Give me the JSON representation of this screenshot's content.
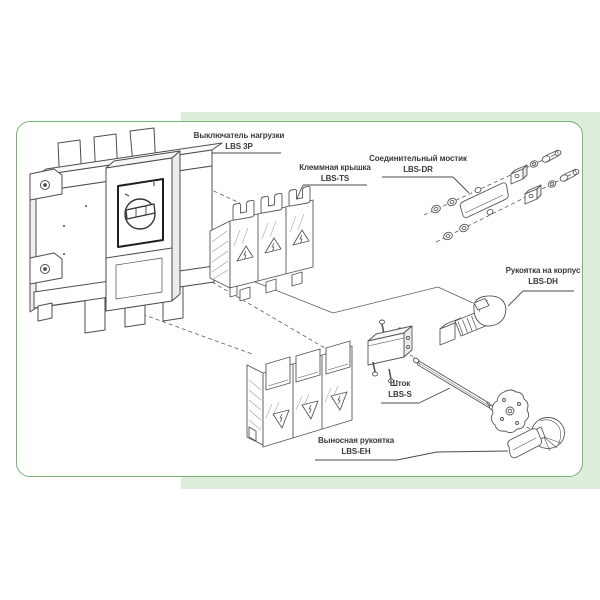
{
  "frame": {
    "page_bg": "#ffffff",
    "band_color": "#ddeedd",
    "card_border_color": "#77b577",
    "card_bg": "#ffffff",
    "line_color": "#4d4d4d"
  },
  "diagram": {
    "labels": {
      "switch": {
        "name": "Выключатель нагрузки",
        "model": "LBS 3P"
      },
      "terminal_cover": {
        "name": "Клеммная крышка",
        "model": "LBS-TS"
      },
      "bridge": {
        "name": "Соединительный мостик",
        "model": "LBS-DR"
      },
      "direct_handle": {
        "name": "Рукоятка на корпус",
        "model": "LBS-DH"
      },
      "shaft": {
        "name": "Шток",
        "model": "LBS-S"
      },
      "external_handle": {
        "name": "Выносная рукоятка",
        "model": "LBS-EH"
      }
    }
  }
}
